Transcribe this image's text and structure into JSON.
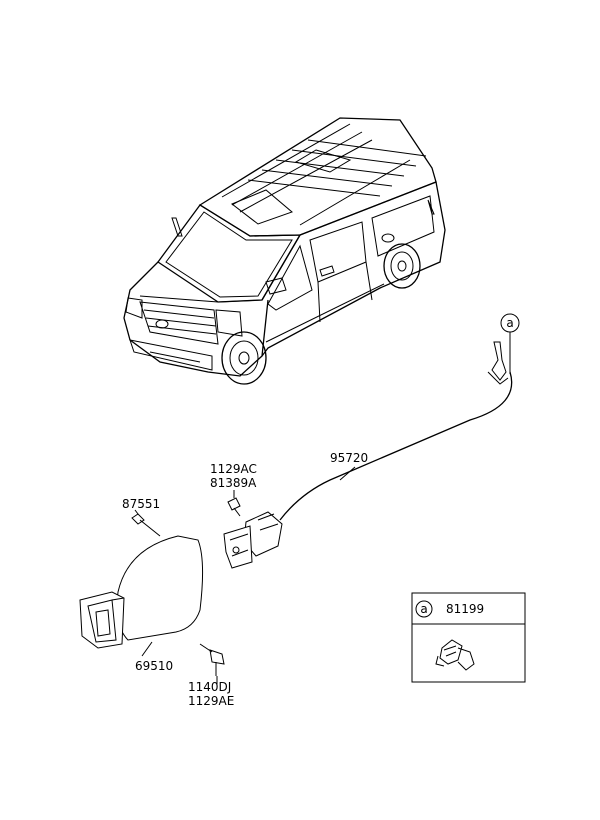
{
  "labels": {
    "part_1129AC": "1129AC",
    "part_81389A": "81389A",
    "part_95720": "95720",
    "part_87551": "87551",
    "part_69510": "69510",
    "part_1140DJ": "1140DJ",
    "part_1129AE": "1129AE",
    "callout_a": "a",
    "inset_callout_a": "a",
    "inset_part_81199": "81199"
  },
  "colors": {
    "line": "#000000",
    "background": "#ffffff"
  }
}
